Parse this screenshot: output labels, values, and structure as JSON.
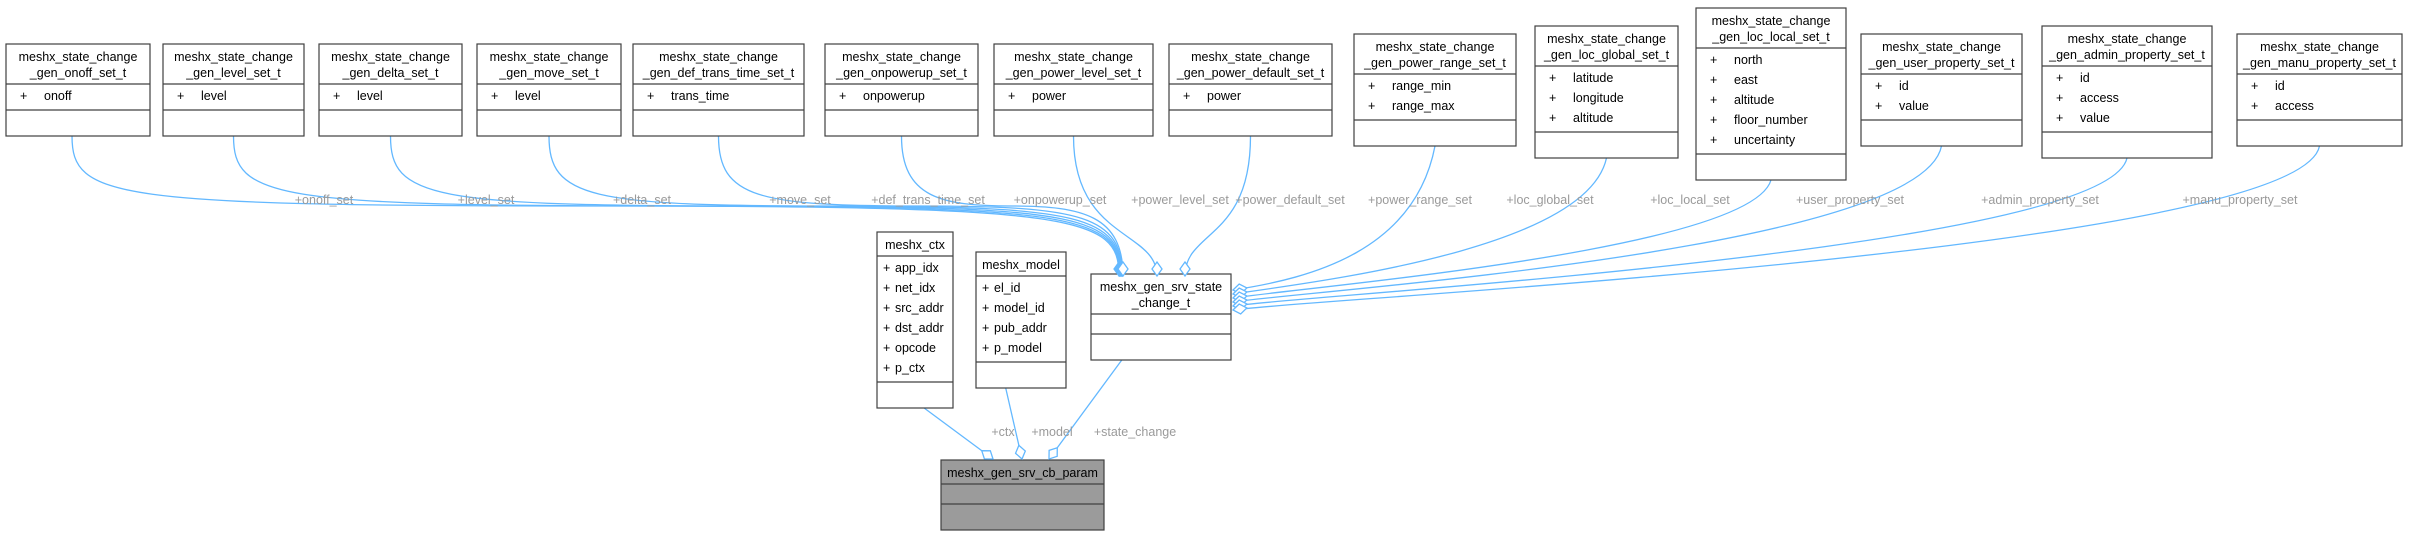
{
  "classes": [
    {
      "id": "onoff",
      "title": [
        "meshx_state_change",
        "_gen_onoff_set_t"
      ],
      "attrs": [
        {
          "vis": "+",
          "name": "onoff"
        }
      ]
    },
    {
      "id": "level",
      "title": [
        "meshx_state_change",
        "_gen_level_set_t"
      ],
      "attrs": [
        {
          "vis": "+",
          "name": "level"
        }
      ]
    },
    {
      "id": "delta",
      "title": [
        "meshx_state_change",
        "_gen_delta_set_t"
      ],
      "attrs": [
        {
          "vis": "+",
          "name": "level"
        }
      ]
    },
    {
      "id": "move",
      "title": [
        "meshx_state_change",
        "_gen_move_set_t"
      ],
      "attrs": [
        {
          "vis": "+",
          "name": "level"
        }
      ]
    },
    {
      "id": "deftt",
      "title": [
        "meshx_state_change",
        "_gen_def_trans_time_set_t"
      ],
      "attrs": [
        {
          "vis": "+",
          "name": "trans_time"
        }
      ]
    },
    {
      "id": "onpowerup",
      "title": [
        "meshx_state_change",
        "_gen_onpowerup_set_t"
      ],
      "attrs": [
        {
          "vis": "+",
          "name": "onpowerup"
        }
      ]
    },
    {
      "id": "powerlevel",
      "title": [
        "meshx_state_change",
        "_gen_power_level_set_t"
      ],
      "attrs": [
        {
          "vis": "+",
          "name": "power"
        }
      ]
    },
    {
      "id": "powerdefault",
      "title": [
        "meshx_state_change",
        "_gen_power_default_set_t"
      ],
      "attrs": [
        {
          "vis": "+",
          "name": "power"
        }
      ]
    },
    {
      "id": "powerrange",
      "title": [
        "meshx_state_change",
        "_gen_power_range_set_t"
      ],
      "attrs": [
        {
          "vis": "+",
          "name": "range_min"
        },
        {
          "vis": "+",
          "name": "range_max"
        }
      ]
    },
    {
      "id": "locglobal",
      "title": [
        "meshx_state_change",
        "_gen_loc_global_set_t"
      ],
      "attrs": [
        {
          "vis": "+",
          "name": "latitude"
        },
        {
          "vis": "+",
          "name": "longitude"
        },
        {
          "vis": "+",
          "name": "altitude"
        }
      ]
    },
    {
      "id": "loclocal",
      "title": [
        "meshx_state_change",
        "_gen_loc_local_set_t"
      ],
      "attrs": [
        {
          "vis": "+",
          "name": "north"
        },
        {
          "vis": "+",
          "name": "east"
        },
        {
          "vis": "+",
          "name": "altitude"
        },
        {
          "vis": "+",
          "name": "floor_number"
        },
        {
          "vis": "+",
          "name": "uncertainty"
        }
      ]
    },
    {
      "id": "userprop",
      "title": [
        "meshx_state_change",
        "_gen_user_property_set_t"
      ],
      "attrs": [
        {
          "vis": "+",
          "name": "id"
        },
        {
          "vis": "+",
          "name": "value"
        }
      ]
    },
    {
      "id": "adminprop",
      "title": [
        "meshx_state_change",
        "_gen_admin_property_set_t"
      ],
      "attrs": [
        {
          "vis": "+",
          "name": "id"
        },
        {
          "vis": "+",
          "name": "access"
        },
        {
          "vis": "+",
          "name": "value"
        }
      ]
    },
    {
      "id": "manuprop",
      "title": [
        "meshx_state_change",
        "_gen_manu_property_set_t"
      ],
      "attrs": [
        {
          "vis": "+",
          "name": "id"
        },
        {
          "vis": "+",
          "name": "access"
        }
      ]
    },
    {
      "id": "ctx",
      "title": [
        "meshx_ctx"
      ],
      "attrs": [
        {
          "vis": "+",
          "name": "app_idx"
        },
        {
          "vis": "+",
          "name": "net_idx"
        },
        {
          "vis": "+",
          "name": "src_addr"
        },
        {
          "vis": "+",
          "name": "dst_addr"
        },
        {
          "vis": "+",
          "name": "opcode"
        },
        {
          "vis": "+",
          "name": "p_ctx"
        }
      ]
    },
    {
      "id": "model",
      "title": [
        "meshx_model"
      ],
      "attrs": [
        {
          "vis": "+",
          "name": "el_id"
        },
        {
          "vis": "+",
          "name": "model_id"
        },
        {
          "vis": "+",
          "name": "pub_addr"
        },
        {
          "vis": "+",
          "name": "p_model"
        }
      ]
    },
    {
      "id": "statechange",
      "title": [
        "meshx_gen_srv_state",
        "_change_t"
      ],
      "attrs": []
    },
    {
      "id": "cbparam",
      "title": [
        "meshx_gen_srv_cb_param"
      ],
      "attrs": [],
      "highlight": true
    }
  ],
  "edges": [
    {
      "from": "onoff",
      "to": "statechange",
      "label": "+onoff_set"
    },
    {
      "from": "level",
      "to": "statechange",
      "label": "+level_set"
    },
    {
      "from": "delta",
      "to": "statechange",
      "label": "+delta_set"
    },
    {
      "from": "move",
      "to": "statechange",
      "label": "+move_set"
    },
    {
      "from": "deftt",
      "to": "statechange",
      "label": "+def_trans_time_set"
    },
    {
      "from": "onpowerup",
      "to": "statechange",
      "label": "+onpowerup_set"
    },
    {
      "from": "powerlevel",
      "to": "statechange",
      "label": "+power_level_set"
    },
    {
      "from": "powerdefault",
      "to": "statechange",
      "label": "+power_default_set"
    },
    {
      "from": "powerrange",
      "to": "statechange",
      "label": "+power_range_set"
    },
    {
      "from": "locglobal",
      "to": "statechange",
      "label": "+loc_global_set"
    },
    {
      "from": "loclocal",
      "to": "statechange",
      "label": "+loc_local_set"
    },
    {
      "from": "userprop",
      "to": "statechange",
      "label": "+user_property_set"
    },
    {
      "from": "adminprop",
      "to": "statechange",
      "label": "+admin_property_set"
    },
    {
      "from": "manuprop",
      "to": "statechange",
      "label": "+manu_property_set"
    },
    {
      "from": "ctx",
      "to": "cbparam",
      "label": "+ctx"
    },
    {
      "from": "model",
      "to": "cbparam",
      "label": "+model"
    },
    {
      "from": "statechange",
      "to": "cbparam",
      "label": "+state_change"
    }
  ]
}
